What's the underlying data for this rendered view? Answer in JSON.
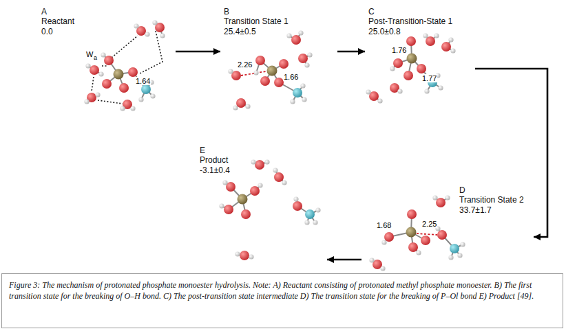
{
  "diagram": {
    "caption": "Figure 3: The mechanism of protonated phosphate monoester hydrolysis. Note: A) Reactant consisting of protonated methyl phosphate monoester. B) The first transition state for the breaking of O–H bond. C) The post-transition state intermediate D) The transition state for the breaking of P–Ol bond E) Product [49].",
    "nodes": [
      {
        "text": [
          "A",
          "Reactant",
          "0.0"
        ]
      },
      {
        "text": [
          "B",
          "Transition State 1",
          "25.4±0.5"
        ]
      },
      {
        "text": [
          "C",
          "Post-Transition-State 1",
          "25.0±0.8"
        ]
      },
      {
        "text": [
          "D",
          "Transition State 2",
          "33.7±1.7"
        ]
      },
      {
        "text": [
          "E",
          "Product",
          "-3.1±0.4"
        ]
      }
    ],
    "edges": [
      {
        "from": 0,
        "to": 1,
        "arrow": "to"
      },
      {
        "from": 1,
        "to": 2,
        "arrow": "to"
      },
      {
        "from": 2,
        "to": 3,
        "arrow": "to"
      },
      {
        "from": 3,
        "to": 4,
        "arrow": "to"
      }
    ],
    "labels": [
      "W",
      "a",
      "1.64",
      "2.26",
      "1.66",
      "1.76",
      "1.77",
      "1.68",
      "2.25"
    ]
  }
}
